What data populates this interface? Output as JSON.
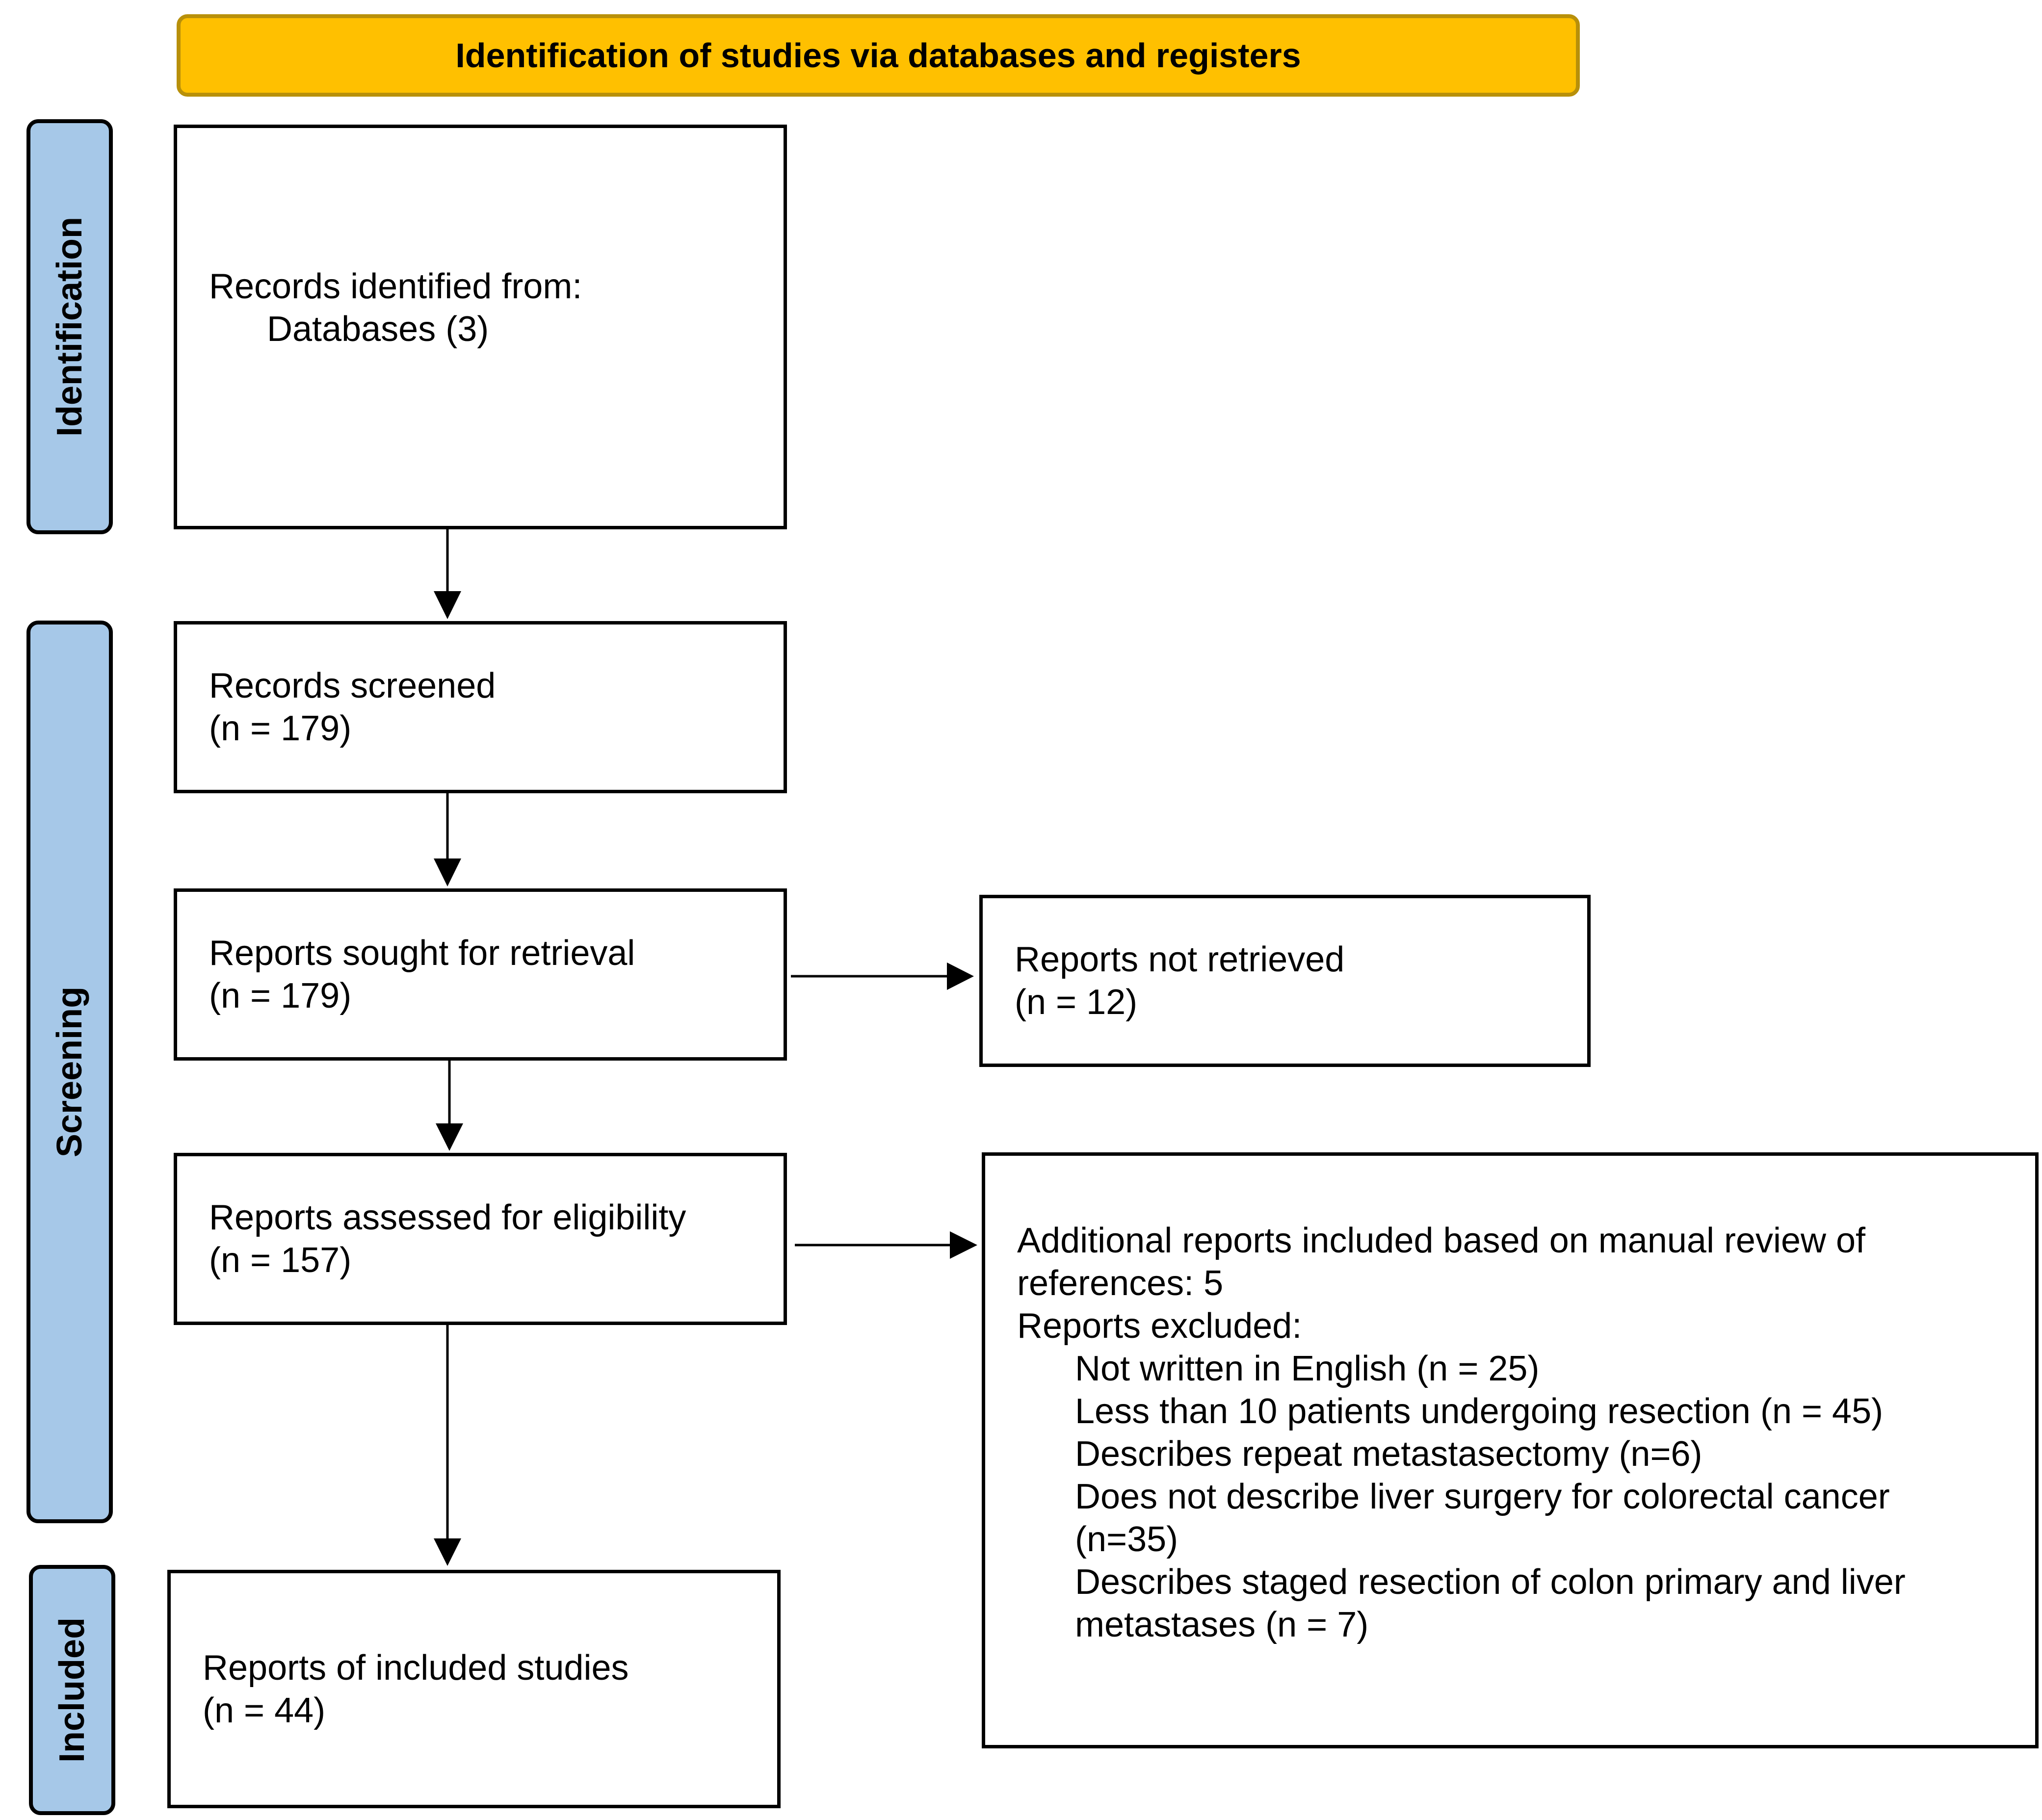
{
  "colors": {
    "header_fill": "#ffc000",
    "header_border": "#b8900a",
    "phase_fill": "#a6c8e8",
    "box_border": "#000000"
  },
  "header": {
    "title": "Identification of studies via databases and registers"
  },
  "phases": {
    "identification": "Identification",
    "screening": "Screening",
    "included": "Included"
  },
  "boxes": {
    "records_identified": {
      "line1": "Records identified from:",
      "line2": "Databases (3)"
    },
    "records_screened": {
      "label": "Records screened",
      "count": "(n = 179)"
    },
    "reports_sought": {
      "label": "Reports sought for retrieval",
      "count": "(n = 179)"
    },
    "reports_not_retrieved": {
      "label": "Reports not retrieved",
      "count": "(n = 12)"
    },
    "reports_assessed": {
      "label": "Reports assessed for eligibility",
      "count": "(n = 157)"
    },
    "reports_excluded": {
      "additional_line1": "Additional reports included based on manual review of",
      "additional_line2": "references: 5",
      "excluded_heading": "Reports excluded:",
      "reasons": [
        "Not written in English (n = 25)",
        "Less than 10 patients undergoing resection (n = 45)",
        "Describes repeat metastasectomy (n=6)",
        "Does not describe liver surgery for colorectal cancer",
        "(n=35)",
        "Describes staged resection of colon primary and liver",
        "metastases (n = 7)"
      ]
    },
    "included_studies": {
      "label": "Reports of included studies",
      "count": "(n = 44)"
    }
  }
}
